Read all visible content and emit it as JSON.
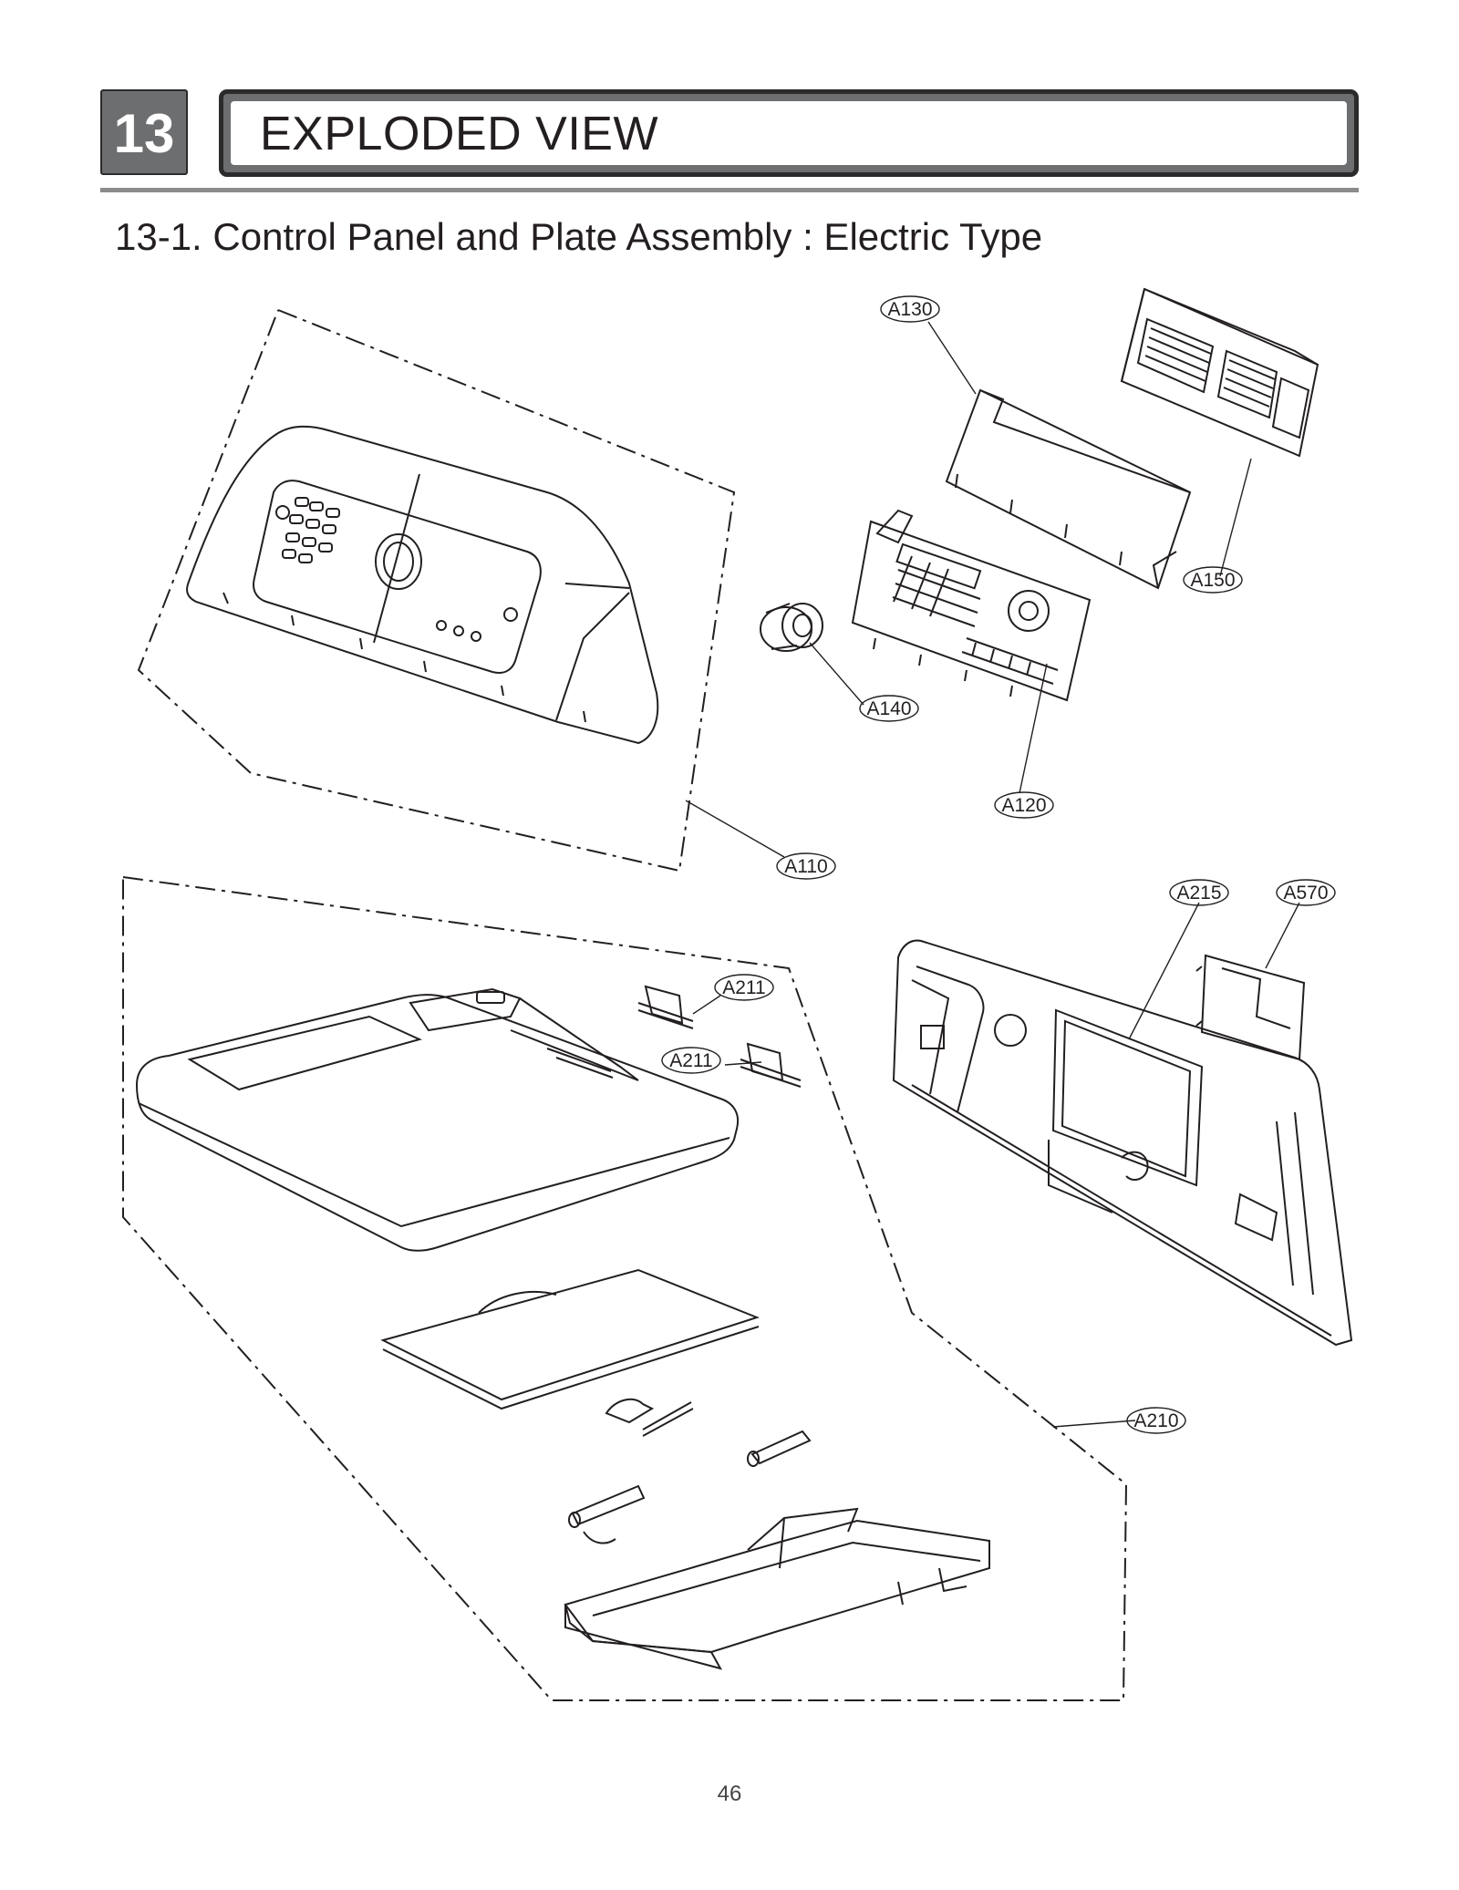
{
  "section": {
    "number": "13",
    "title": "EXPLODED VIEW"
  },
  "subtitle": "13-1. Control Panel and Plate Assembly : Electric Type",
  "page_number": "46",
  "callouts": {
    "a130": "A130",
    "a150": "A150",
    "a140": "A140",
    "a120": "A120",
    "a110": "A110",
    "a215": "A215",
    "a570": "A570",
    "a211_upper": "A211",
    "a211_lower": "A211",
    "a210": "A210"
  },
  "colors": {
    "ink": "#231f20",
    "header_gray": "#6d6e70"
  }
}
